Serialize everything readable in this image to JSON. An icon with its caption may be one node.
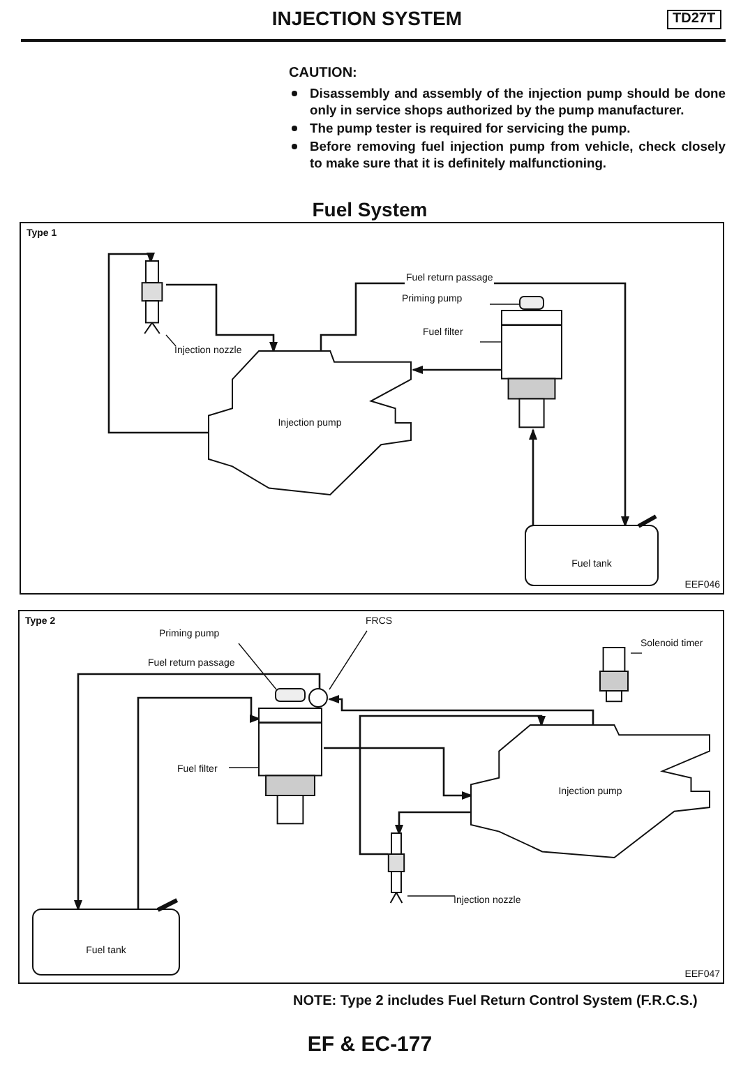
{
  "diagram": {
    "title": "INJECTION SYSTEM",
    "nodes": [
      {
        "text": [
          "Type 1",
          "EEF046"
        ]
      },
      {
        "text": [],
        "shape": "picture",
        "in": 0
      },
      {
        "text": [
          "Injection nozzle"
        ],
        "in": 0
      },
      {
        "text": [
          "Injection pump"
        ],
        "in": 0
      },
      {
        "text": [],
        "shape": "box",
        "in": 0
      },
      {
        "text": [
          "Priming pump"
        ],
        "in": 0
      },
      {
        "text": [],
        "shape": "picture",
        "in": 0
      },
      {
        "text": [
          "Fuel filter"
        ],
        "in": 0
      },
      {
        "text": [
          "Fuel tank"
        ],
        "in": 0
      },
      {
        "text": [
          "Type 2",
          "EEF047"
        ]
      },
      {
        "text": [
          "Priming pump"
        ],
        "in": 9
      },
      {
        "text": [],
        "shape": "box",
        "in": 9
      },
      {
        "text": [
          "FRCS"
        ],
        "in": 9
      },
      {
        "text": [],
        "shape": "circle",
        "in": 9
      },
      {
        "text": [
          "Fuel filter"
        ],
        "in": 9
      },
      {
        "text": [],
        "shape": "picture",
        "in": 9
      },
      {
        "text": [
          "Solenoid timer"
        ],
        "in": 9
      },
      {
        "text": [],
        "shape": "picture",
        "in": 9
      },
      {
        "text": [
          "Injection pump"
        ],
        "in": 9
      },
      {
        "text": [],
        "shape": "picture",
        "in": 9
      },
      {
        "text": [
          "Injection nozzle"
        ],
        "in": 9
      },
      {
        "text": [
          "Fuel tank"
        ],
        "in": 9
      }
    ],
    "edges": [
      {
        "from": 8,
        "to": 6,
        "arrow": "to"
      },
      {
        "from": 6,
        "to": 3,
        "arrow": "to"
      },
      {
        "from": 3,
        "to": 1,
        "arrow": "to"
      },
      {
        "from": 1,
        "to": 3,
        "arrow": "to"
      },
      {
        "from": 3,
        "to": 8,
        "arrow": "to",
        "label": "Fuel return passage"
      },
      {
        "from": 2,
        "to": 1,
        "arrow": "none"
      },
      {
        "from": 5,
        "to": 4,
        "arrow": "none"
      },
      {
        "from": 7,
        "to": 6,
        "arrow": "none"
      },
      {
        "from": 21,
        "to": 15,
        "arrow": "to"
      },
      {
        "from": 15,
        "to": 18,
        "arrow": "to"
      },
      {
        "from": 18,
        "to": 19,
        "arrow": "to"
      },
      {
        "from": 19,
        "to": 18,
        "arrow": "to"
      },
      {
        "from": 18,
        "to": 13,
        "arrow": "to"
      },
      {
        "from": 13,
        "to": 21,
        "arrow": "to",
        "label": "Fuel return passage"
      },
      {
        "from": 10,
        "to": 11,
        "arrow": "none"
      },
      {
        "from": 12,
        "to": 13,
        "arrow": "none"
      },
      {
        "from": 14,
        "to": 15,
        "arrow": "none"
      },
      {
        "from": 16,
        "to": 17,
        "arrow": "none"
      },
      {
        "from": 20,
        "to": 19,
        "arrow": "none"
      }
    ],
    "labels": [
      "TD27T",
      "CAUTION:",
      "Disassembly and assembly of the injection pump should be done only in service shops authorized by the pump manufacturer.",
      "The pump tester is required for servicing the pump.",
      "Before removing fuel injection pump from vehicle, check closely to make sure that it is definitely malfunctioning.",
      "Fuel System",
      "NOTE: Type 2 includes Fuel Return Control System (F.R.C.S.)",
      "EF & EC-177"
    ]
  }
}
